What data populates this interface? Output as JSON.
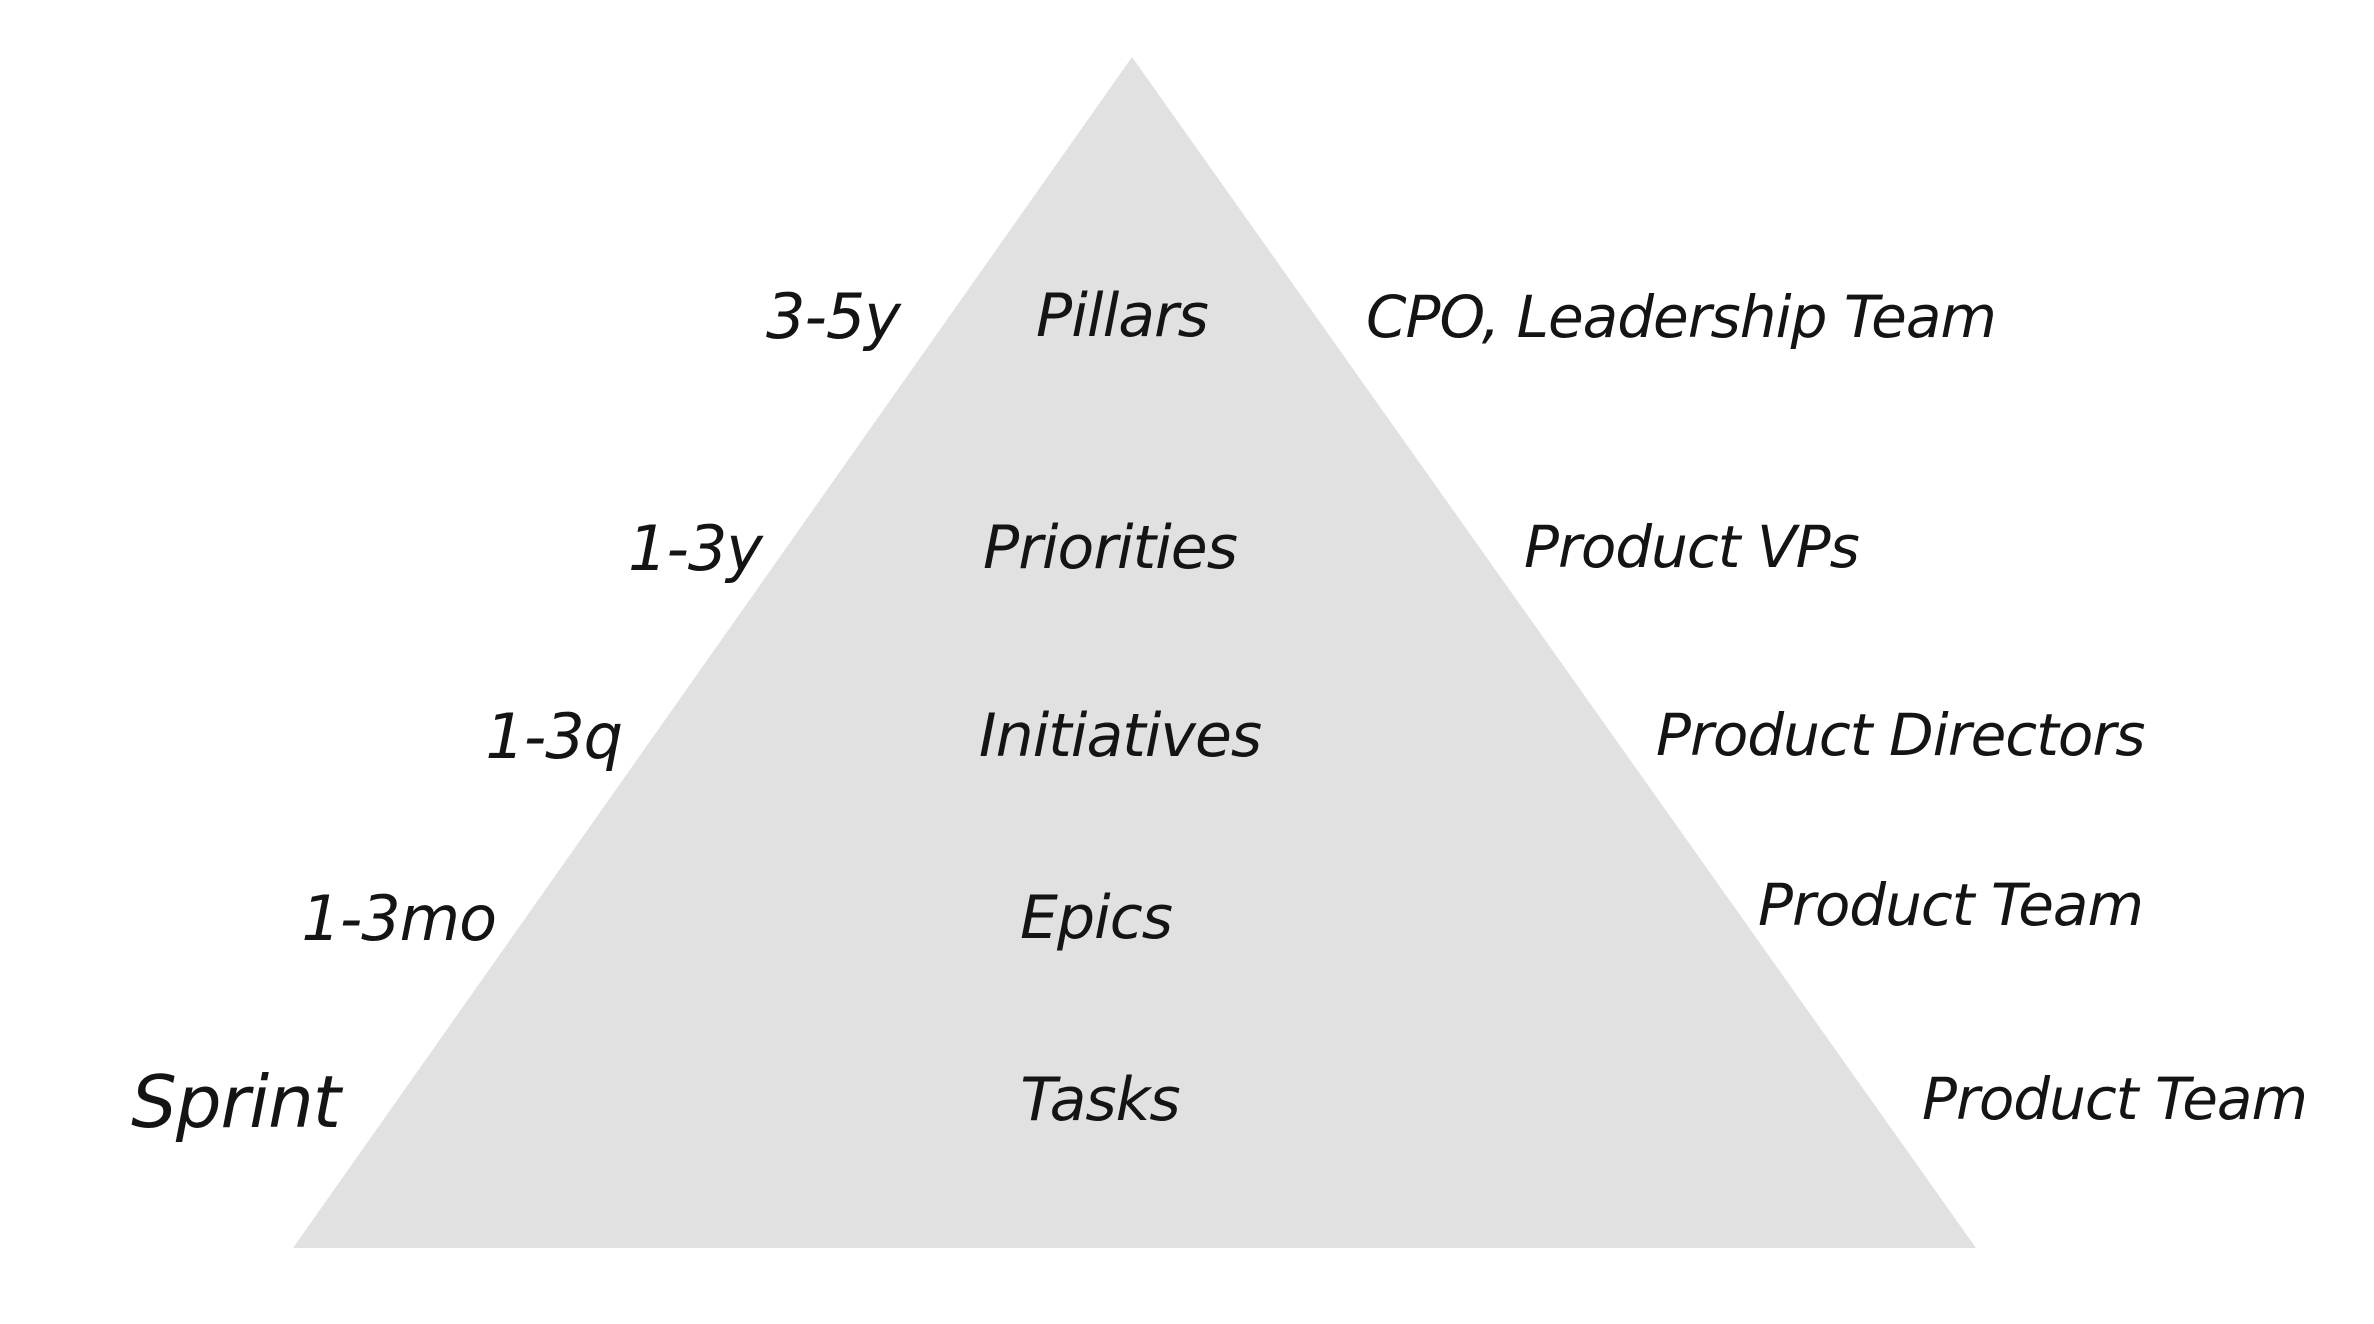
{
  "diagram": {
    "colors": {
      "pyramid_fill": "#e1e1e1",
      "text": "#141414",
      "background": "#ffffff"
    },
    "tiers": [
      {
        "timeframe": "3-5y",
        "level": "Pillars",
        "owner": "CPO, Leadership Team"
      },
      {
        "timeframe": "1-3y",
        "level": "Priorities",
        "owner": "Product VPs"
      },
      {
        "timeframe": "1-3q",
        "level": "Initiatives",
        "owner": "Product Directors"
      },
      {
        "timeframe": "1-3mo",
        "level": "Epics",
        "owner": "Product Team"
      },
      {
        "timeframe": "Sprint",
        "level": "Tasks",
        "owner": "Product Team"
      }
    ]
  }
}
